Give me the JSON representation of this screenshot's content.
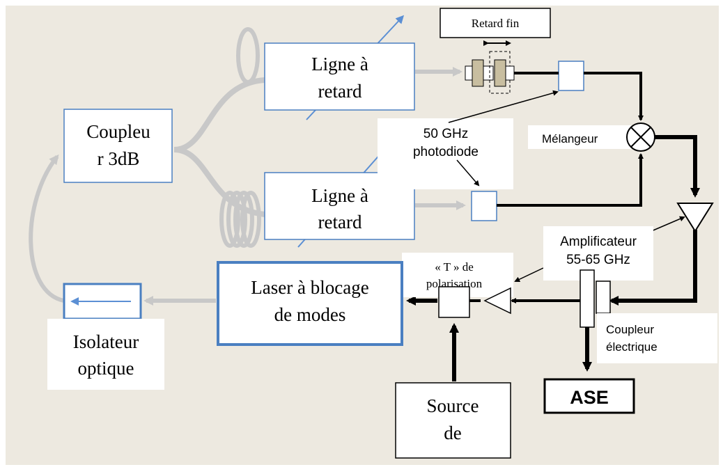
{
  "labels": {
    "coupler_3db_line1": "Coupleu",
    "coupler_3db_line2": "r 3dB",
    "delay_line_top_line1": "Ligne à",
    "delay_line_top_line2": "retard",
    "delay_line_bottom_line1": "Ligne à",
    "delay_line_bottom_line2": "retard",
    "fine_delay": "Retard fin",
    "photodiode_line1": "50 GHz",
    "photodiode_line2": "photodiode",
    "mixer": "Mélangeur",
    "amplifier_line1": "Amplificateur",
    "amplifier_line2": "55-65 GHz",
    "bias_tee_line1": "« T » de",
    "bias_tee_line2": "polarisation",
    "laser_line1": "Laser à blocage",
    "laser_line2": "de modes",
    "isolator_line1": "Isolateur",
    "isolator_line2": "optique",
    "electric_coupler_line1": "Coupleur",
    "electric_coupler_line2": "électrique",
    "ase": "ASE",
    "source_line1": "Source",
    "source_line2": "de"
  },
  "colors": {
    "background": "#ede9e0",
    "optical_fiber": "#c8c8c8",
    "box_border_blue": "#4a7fc1",
    "arrow_blue": "#5b8fd4",
    "electrical": "#000000",
    "fine_delay_fill": "#c8bea0"
  }
}
